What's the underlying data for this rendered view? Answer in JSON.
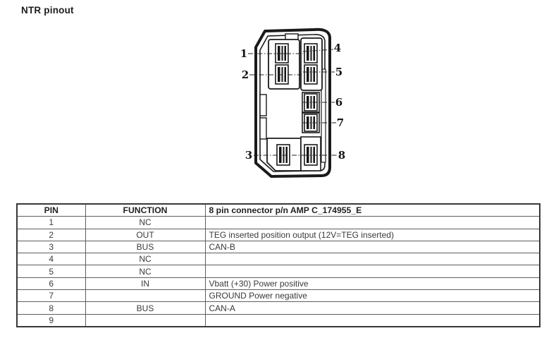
{
  "page_title": "NTR pinout",
  "diagram": {
    "description": "8 pin connector line drawing",
    "pin_labels": [
      "1",
      "2",
      "3",
      "4",
      "5",
      "6",
      "7",
      "8"
    ]
  },
  "table": {
    "headers": {
      "pin": "PIN",
      "function": "FUNCTION",
      "description": "8 pin connector p/n AMP C_174955_E"
    },
    "rows": [
      {
        "pin": "1",
        "function": "NC",
        "description": ""
      },
      {
        "pin": "2",
        "function": "OUT",
        "description": "TEG inserted position output (12V=TEG inserted)"
      },
      {
        "pin": "3",
        "function": "BUS",
        "description": "CAN-B"
      },
      {
        "pin": "4",
        "function": "NC",
        "description": ""
      },
      {
        "pin": "5",
        "function": "NC",
        "description": ""
      },
      {
        "pin": "6",
        "function": "IN",
        "description": "Vbatt (+30) Power positive"
      },
      {
        "pin": "7",
        "function": "",
        "description": "GROUND Power negative"
      },
      {
        "pin": "8",
        "function": "BUS",
        "description": "CAN-A"
      },
      {
        "pin": "9",
        "function": "",
        "description": ""
      }
    ]
  },
  "colors": {
    "ink": "#1a1a1a",
    "table_border": "#5e5e5e",
    "text": "#3a3a3a"
  }
}
